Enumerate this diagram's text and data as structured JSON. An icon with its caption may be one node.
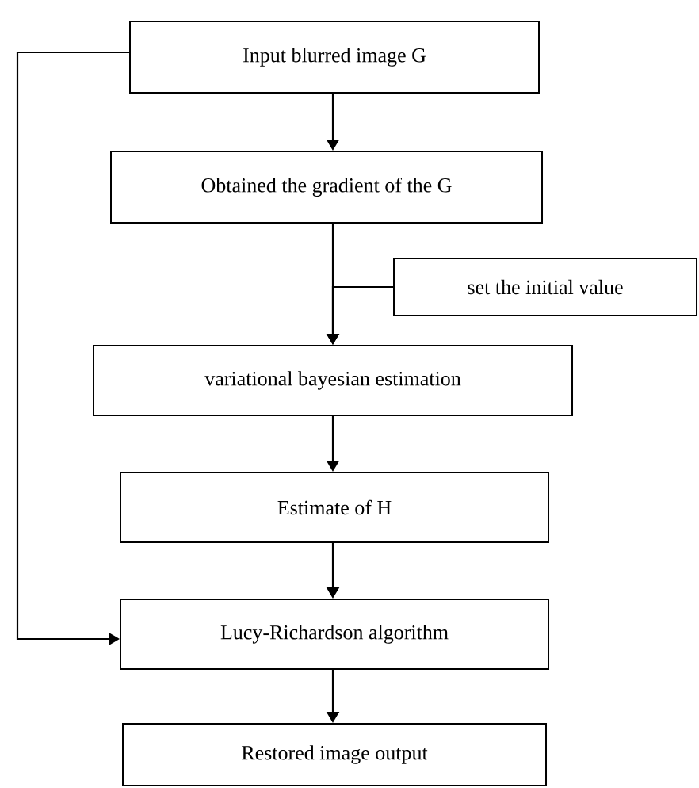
{
  "diagram": {
    "nodes": [
      {
        "text": [
          "Input blurred image G"
        ]
      },
      {
        "text": [
          "Obtained the gradient of the G"
        ]
      },
      {
        "text": [
          "set the initial value"
        ]
      },
      {
        "text": [
          "variational bayesian estimation"
        ]
      },
      {
        "text": [
          "Estimate of H"
        ]
      },
      {
        "text": [
          "Lucy-Richardson algorithm"
        ]
      },
      {
        "text": [
          "Restored image output"
        ]
      }
    ],
    "edges": [
      {
        "from": 0,
        "to": 1,
        "arrow": "to"
      },
      {
        "from": 1,
        "to": 3,
        "arrow": "to"
      },
      {
        "from": 2,
        "to": 3,
        "arrow": "to"
      },
      {
        "from": 3,
        "to": 4,
        "arrow": "to"
      },
      {
        "from": 4,
        "to": 5,
        "arrow": "to"
      },
      {
        "from": 5,
        "to": 6,
        "arrow": "to"
      },
      {
        "from": 0,
        "to": 5,
        "arrow": "to"
      }
    ]
  }
}
